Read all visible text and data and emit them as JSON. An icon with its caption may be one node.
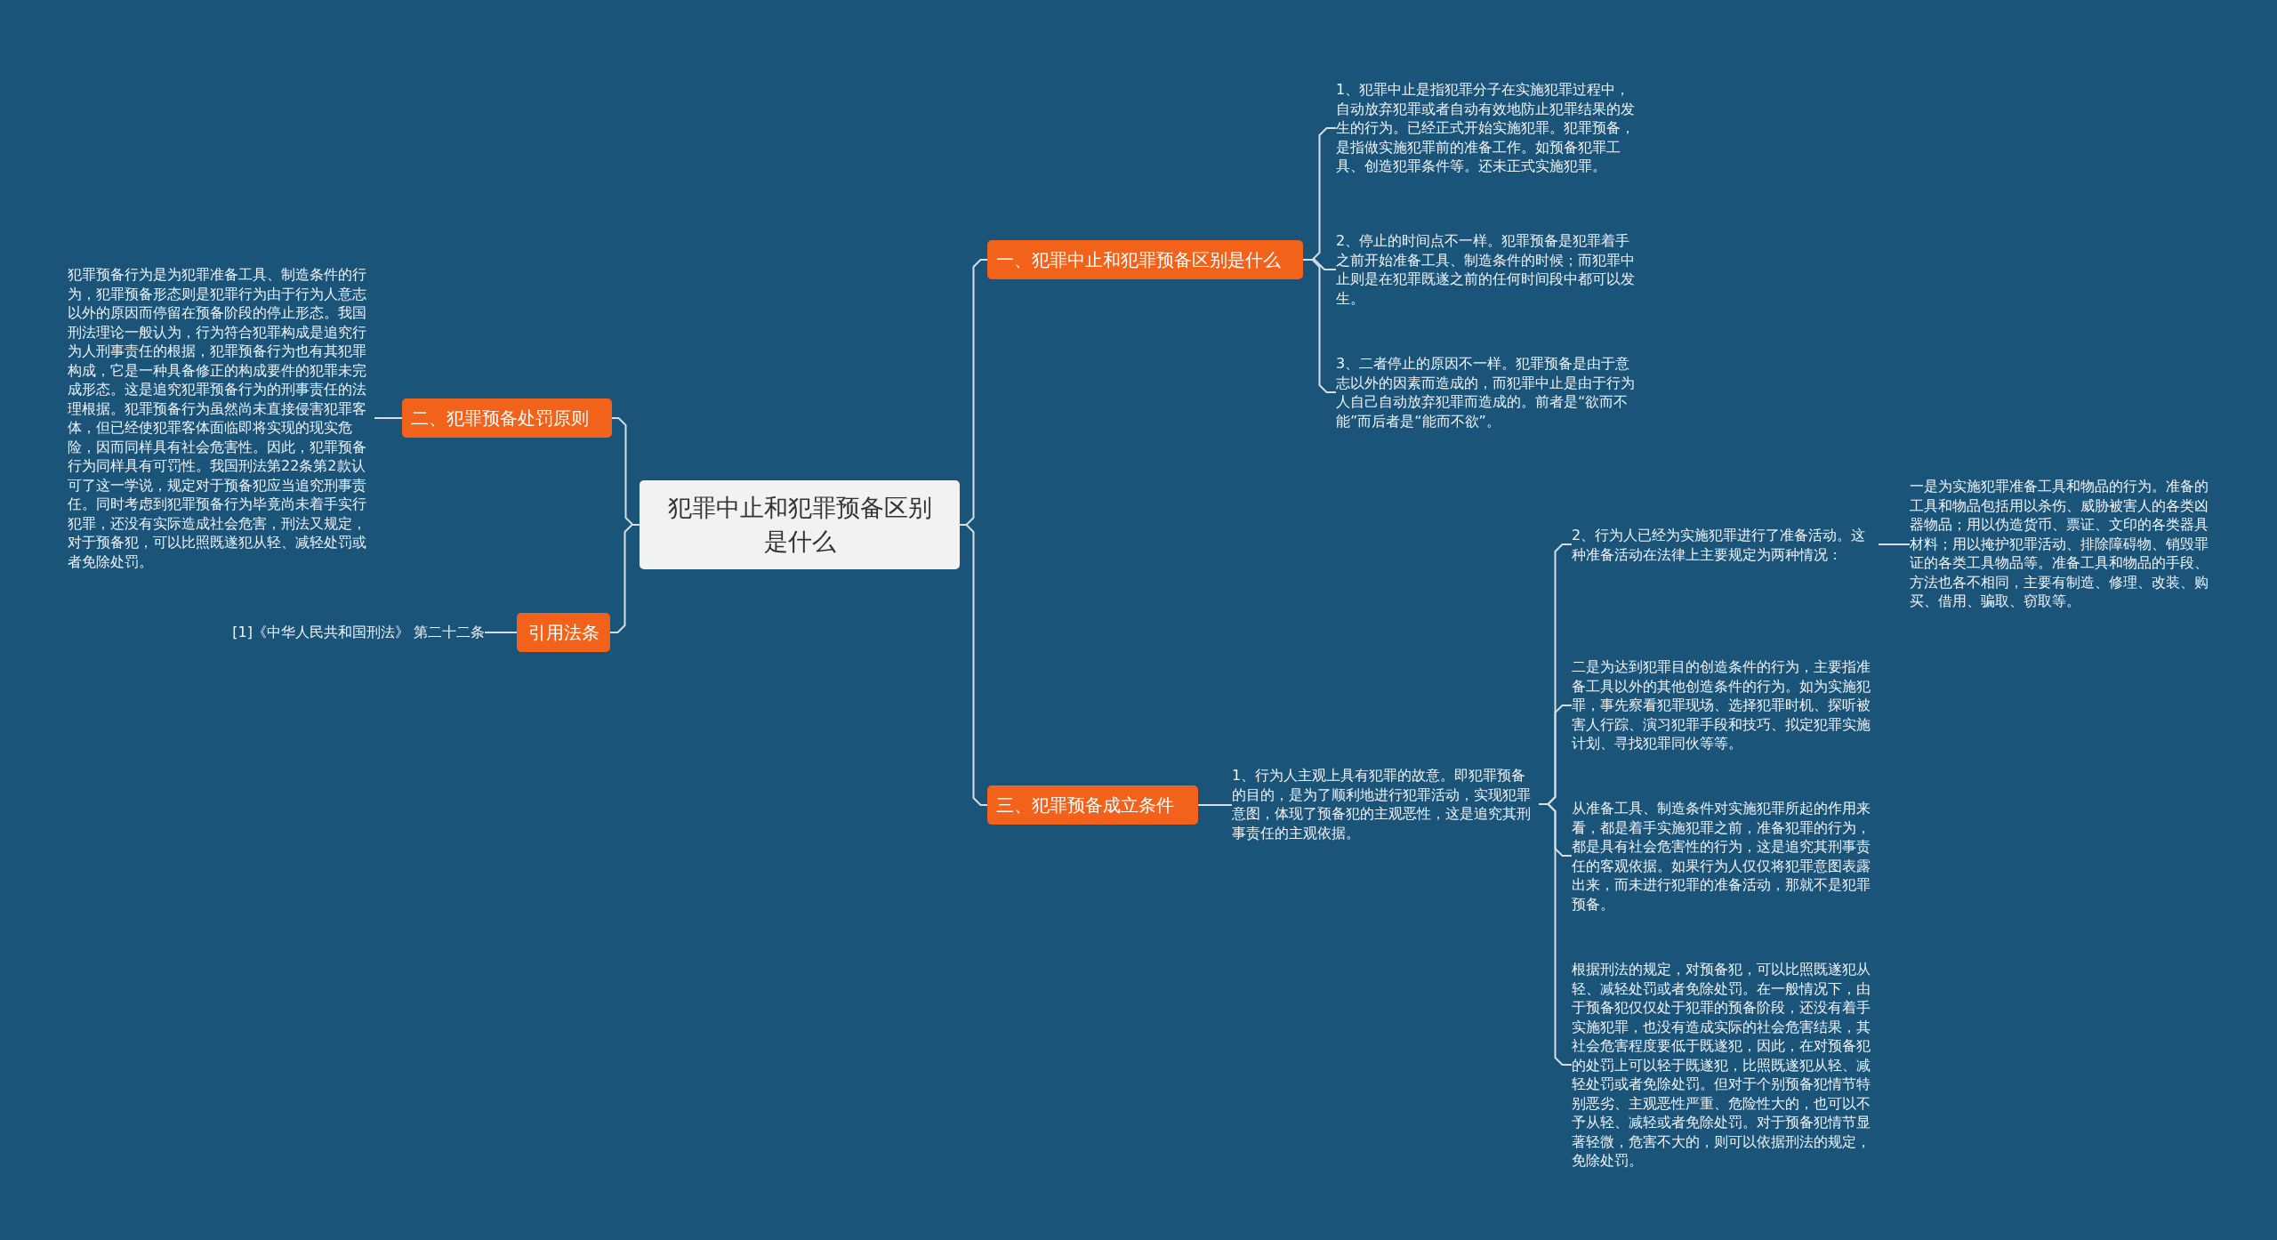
{
  "diagram": {
    "nodes": [
      {
        "text": [
          "犯罪中止和犯罪预备区别是什么"
        ]
      },
      {
        "text": [
          "一、犯罪中止和犯罪预备区别是什么"
        ]
      },
      {
        "text": [
          "1、犯罪中止是指犯罪分子在实施犯罪过程中，自动放弃犯罪或者自动有效地防止犯罪结果的发生的行为。已经正式开始实施犯罪。犯罪预备，是指做实施犯罪前的准备工作。如预备犯罪工具、创造犯罪条件等。还未正式实施犯罪。"
        ]
      },
      {
        "text": [
          "2、停止的时间点不一样。犯罪预备是犯罪着手之前开始准备工具、制造条件的时候；而犯罪中止则是在犯罪既遂之前的任何时间段中都可以发生。"
        ]
      },
      {
        "text": [
          "3、二者停止的原因不一样。犯罪预备是由于意志以外的因素而造成的，而犯罪中止是由于行为人自己自动放弃犯罪而造成的。前者是“欲而不能”而后者是“能而不欲”。"
        ]
      },
      {
        "text": [
          "三、犯罪预备成立条件"
        ]
      },
      {
        "text": [
          "1、行为人主观上具有犯罪的故意。即犯罪预备的目的，是为了顺利地进行犯罪活动，实现犯罪意图，体现了预备犯的主观恶性，这是追究其刑事责任的主观依据。"
        ]
      },
      {
        "text": [
          "2、行为人已经为实施犯罪进行了准备活动。这种准备活动在法律上主要规定为两种情况："
        ]
      },
      {
        "text": [
          "一是为实施犯罪准备工具和物品的行为。准备的工具和物品包括用以杀伤、威胁被害人的各类凶器物品；用以伪造货币、票证、文印的各类器具材料；用以掩护犯罪活动、排除障碍物、销毁罪证的各类工具物品等。准备工具和物品的手段、方法也各不相同，主要有制造、修理、改装、购买、借用、骗取、窃取等。"
        ]
      },
      {
        "text": [
          "二是为达到犯罪目的创造条件的行为，主要指准备工具以外的其他创造条件的行为。如为实施犯罪，事先察看犯罪现场、选择犯罪时机、探听被害人行踪、演习犯罪手段和技巧、拟定犯罪实施计划、寻找犯罪同伙等等。"
        ]
      },
      {
        "text": [
          "从准备工具、制造条件对实施犯罪所起的作用来看，都是着手实施犯罪之前，准备犯罪的行为，都是具有社会危害性的行为，这是追究其刑事责任的客观依据。如果行为人仅仅将犯罪意图表露出来，而未进行犯罪的准备活动，那就不是犯罪预备。"
        ]
      },
      {
        "text": [
          "根据刑法的规定，对预备犯，可以比照既遂犯从轻、减轻处罚或者免除处罚。在一般情况下，由于预备犯仅仅处于犯罪的预备阶段，还没有着手实施犯罪，也没有造成实际的社会危害结果，其社会危害程度要低于既遂犯，因此，在对预备犯的处罚上可以轻于既遂犯，比照既遂犯从轻、减轻处罚或者免除处罚。但对于个别预备犯情节特别恶劣、主观恶性严重、危险性大的，也可以不予从轻、减轻或者免除处罚。对于预备犯情节显著轻微，危害不大的，则可以依据刑法的规定，免除处罚。"
        ]
      },
      {
        "text": [
          "二、犯罪预备处罚原则"
        ]
      },
      {
        "text": [
          "犯罪预备行为是为犯罪准备工具、制造条件的行为，犯罪预备形态则是犯罪行为由于行为人意志以外的原因而停留在预备阶段的停止形态。我国刑法理论一般认为，行为符合犯罪构成是追究行为人刑事责任的根据，犯罪预备行为也有其犯罪构成，它是一种具备修正的构成要件的犯罪未完成形态。这是追究犯罪预备行为的刑事责任的法理根据。犯罪预备行为虽然尚未直接侵害犯罪客体，但已经使犯罪客体面临即将实现的现实危险，因而同样具有社会危害性。因此，犯罪预备行为同样具有可罚性。我国刑法第22条第2款认可了这一学说，规定对于预备犯应当追究刑事责任。同时考虑到犯罪预备行为毕竟尚未着手实行犯罪，还没有实际造成社会危害，刑法又规定，对于预备犯，可以比照既遂犯从轻、减轻处罚或者免除处罚。"
        ]
      },
      {
        "text": [
          "引用法条"
        ]
      },
      {
        "text": [
          "[1]《中华人民共和国刑法》 第二十二条"
        ]
      }
    ],
    "edges": [
      {
        "from": 0,
        "to": 1,
        "arrow": "none"
      },
      {
        "from": 1,
        "to": 2,
        "arrow": "none"
      },
      {
        "from": 1,
        "to": 3,
        "arrow": "none"
      },
      {
        "from": 1,
        "to": 4,
        "arrow": "none"
      },
      {
        "from": 0,
        "to": 5,
        "arrow": "none"
      },
      {
        "from": 5,
        "to": 6,
        "arrow": "none"
      },
      {
        "from": 6,
        "to": 7,
        "arrow": "none"
      },
      {
        "from": 7,
        "to": 8,
        "arrow": "none"
      },
      {
        "from": 6,
        "to": 9,
        "arrow": "none"
      },
      {
        "from": 6,
        "to": 10,
        "arrow": "none"
      },
      {
        "from": 6,
        "to": 11,
        "arrow": "none"
      },
      {
        "from": 0,
        "to": 12,
        "arrow": "none"
      },
      {
        "from": 12,
        "to": 13,
        "arrow": "none"
      },
      {
        "from": 0,
        "to": 14,
        "arrow": "none"
      },
      {
        "from": 14,
        "to": 15,
        "arrow": "none"
      }
    ]
  }
}
